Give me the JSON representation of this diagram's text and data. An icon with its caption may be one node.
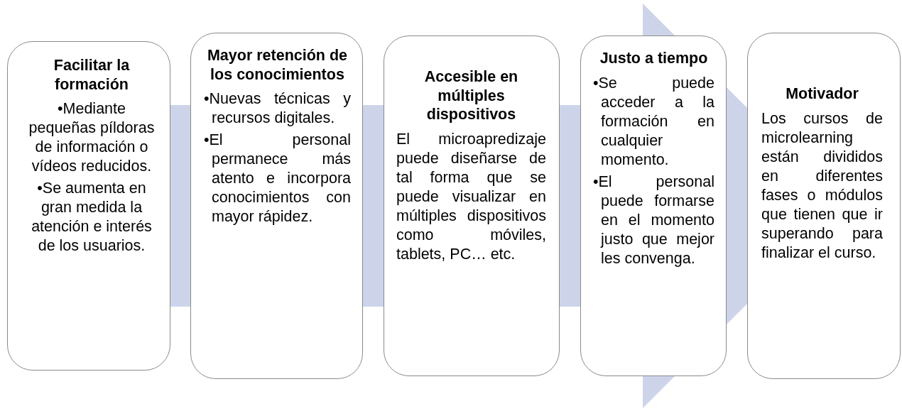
{
  "diagram": {
    "nodes": [
      {
        "text": [
          "Facilitar la formación",
          "•Mediante pequeñas píldoras de información o vídeos reducidos.",
          "•Se aumenta en gran medida la atención e interés de los usuarios."
        ]
      },
      {
        "text": [
          "Mayor retención de los conocimientos",
          "•Nuevas técnicas y recursos digitales.",
          "•El personal permanece más atento e incorpora conocimientos con mayor rápidez."
        ]
      },
      {
        "text": [
          "Accesible en múltiples dispositivos",
          "El microapredizaje puede diseñarse de tal forma que se puede visualizar en múltiples dispositivos como móviles, tablets, PC… etc."
        ]
      },
      {
        "text": [
          "Justo a tiempo",
          "•Se puede acceder a la formación en cualquier momento.",
          "•El personal puede formarse en el momento justo que mejor les convenga."
        ]
      },
      {
        "text": [
          "Motivador",
          "Los cursos de microlearning están divididos en diferentes fases o módulos que tienen que ir superando para finalizar el curso."
        ]
      }
    ],
    "edges": [
      {
        "from": 0,
        "to": 4,
        "arrow": "to"
      }
    ]
  }
}
